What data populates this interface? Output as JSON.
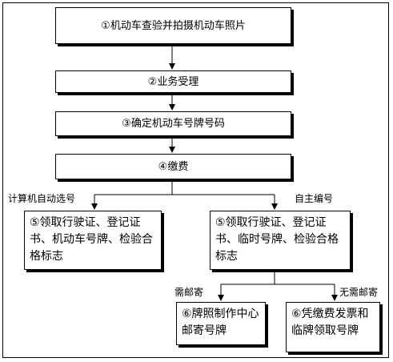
{
  "steps": {
    "s1": "①机动车查验并拍摄机动车照片",
    "s2": "②业务受理",
    "s3": "③确定机动车号牌号码",
    "s4": "④缴费",
    "s5_left": "⑤领取行驶证、登记证书、机动车号牌、检验合格标志",
    "s5_right": "⑤领取行驶证、登记证书、临时号牌、检验合格标志",
    "s6_left": "⑥牌照制作中心邮寄号牌",
    "s6_right": "⑥凭缴费发票和临牌领取号牌"
  },
  "branches": {
    "left": "计算机自动选号",
    "right": "自主编号",
    "mail": "需邮寄",
    "no_mail": "无需邮寄"
  }
}
